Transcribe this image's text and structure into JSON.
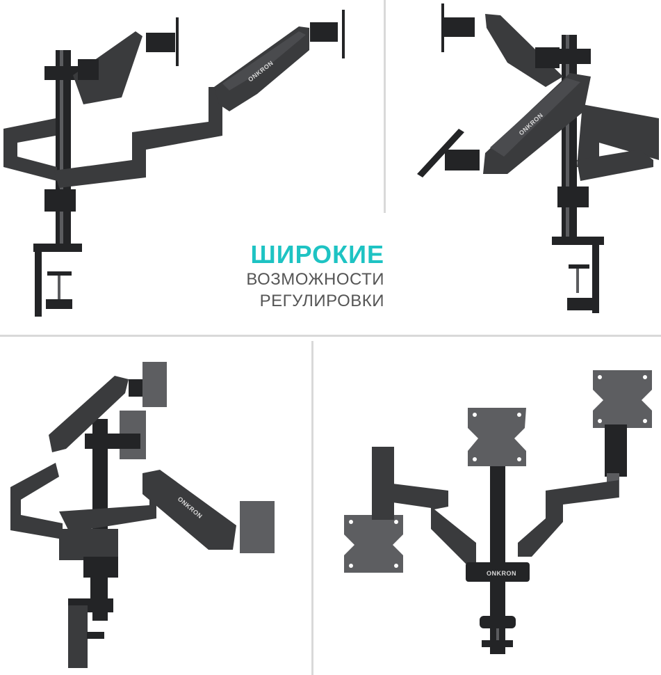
{
  "headline": {
    "line1": "ШИРОКИЕ",
    "line2": "ВОЗМОЖНОСТИ",
    "line3": "РЕГУЛИРОВКИ"
  },
  "brand": {
    "name": "ONKRON",
    "icon": "onkron-cube-logo-icon"
  },
  "panels": [
    {
      "id": "top-left",
      "caption": "triple monitor arm, side view"
    },
    {
      "id": "top-right",
      "caption": "triple monitor arm, mirrored side view"
    },
    {
      "id": "bottom-left",
      "caption": "triple monitor arm, three-quarter view"
    },
    {
      "id": "bottom-right",
      "caption": "triple monitor arm, front view"
    }
  ],
  "colors": {
    "accent": "#1ec3c3",
    "text": "#555555",
    "divider": "#d9d9d9",
    "metal": "#3a3b3d",
    "background": "#ffffff"
  }
}
